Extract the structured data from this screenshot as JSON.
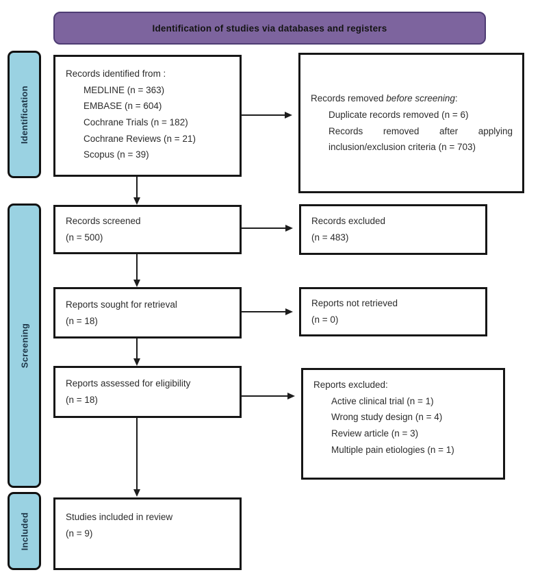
{
  "header": {
    "title": "Identification of studies via databases and registers"
  },
  "stages": {
    "identification": "Identification",
    "screening": "Screening",
    "included": "Included"
  },
  "boxes": {
    "identified": {
      "title": "Records identified from :",
      "items": [
        "MEDLINE (n = 363)",
        "EMBASE (n = 604)",
        "Cochrane Trials (n = 182)",
        "Cochrane Reviews (n = 21)",
        "Scopus (n = 39)"
      ]
    },
    "removed": {
      "title_prefix": "Records removed ",
      "title_italic": "before screening",
      "title_suffix": ":",
      "items": [
        "Duplicate records removed (n = 6)",
        "Records removed after applying inclusion/exclusion criteria (n = 703)"
      ]
    },
    "screened": {
      "line1": "Records screened",
      "line2": "(n = 500)"
    },
    "excluded": {
      "line1": "Records excluded",
      "line2": "(n = 483)"
    },
    "sought": {
      "line1": "Reports sought for retrieval",
      "line2": "(n = 18)"
    },
    "not_retrieved": {
      "line1": "Reports not retrieved",
      "line2": "(n = 0)"
    },
    "assessed": {
      "line1": "Reports assessed for eligibility",
      "line2": "(n = 18)"
    },
    "reports_excluded": {
      "title": "Reports excluded:",
      "items": [
        "Active clinical trial (n = 1)",
        "Wrong study design (n = 4)",
        "Review article (n = 3)",
        "Multiple pain etiologies (n = 1)"
      ]
    },
    "included_studies": {
      "line1": "Studies included in review",
      "line2": "(n = 9)"
    }
  },
  "colors": {
    "header_fill": "#7d649e",
    "header_border": "#4e3c73",
    "stage_fill": "#9ad2e2",
    "box_border": "#161616",
    "arrow": "#1d1d1d"
  }
}
